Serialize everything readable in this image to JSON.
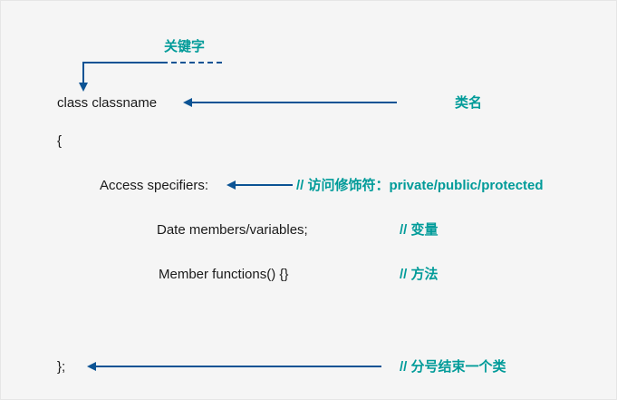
{
  "diagram": {
    "title": "C++ class declaration annotated diagram",
    "background_color": "#f5f5f5",
    "code_color": "#1a1a1a",
    "comment_color": "#009b99",
    "connector_color": "#0b5394"
  },
  "code": {
    "class_line": "class classname",
    "open_brace": "{",
    "access_specifiers": "Access specifiers:",
    "data_members": "Date members/variables;",
    "member_functions": "Member functions() {}",
    "close_brace": "};"
  },
  "annotations": {
    "keyword_label": "关键字",
    "class_name_label": "类名",
    "access_comment": "// 访问修饰符：private/public/protected",
    "variables_comment": "// 变量",
    "methods_comment": "// 方法",
    "end_class_comment": "// 分号结束一个类"
  }
}
